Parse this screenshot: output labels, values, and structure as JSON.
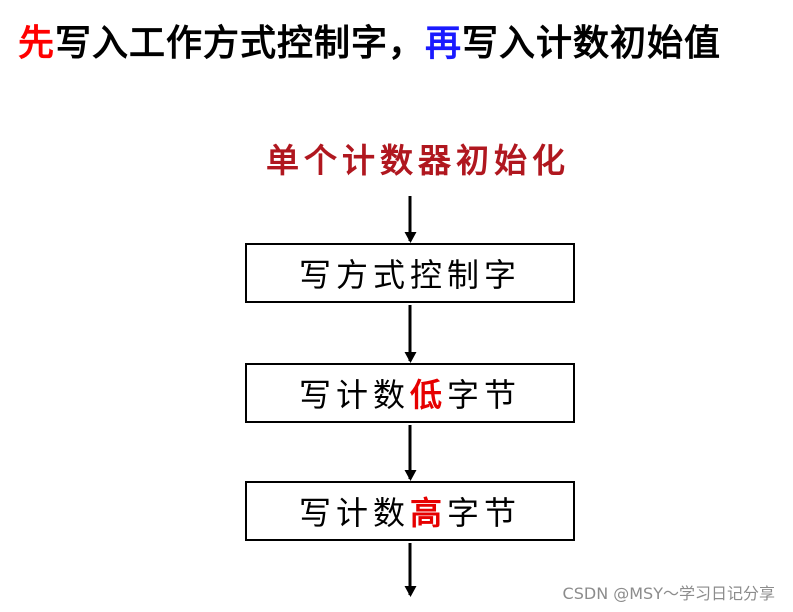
{
  "headline": {
    "first_word": "先",
    "first_action": "写入工作方式控制字，",
    "second_word": "再",
    "second_action": "写入计数初始值"
  },
  "flowchart": {
    "start_label": "单个计数器初始化",
    "steps": [
      {
        "prefix": "写方式控制字",
        "emphasis": "",
        "suffix": ""
      },
      {
        "prefix": "写计数",
        "emphasis": "低",
        "suffix": "字节"
      },
      {
        "prefix": "写计数",
        "emphasis": "高",
        "suffix": "字节"
      }
    ]
  },
  "watermark": "CSDN @MSY～学习日记分享",
  "colors": {
    "first_word": "#ff0000",
    "second_word": "#1a1aff",
    "start_label": "#b0171f",
    "emphasis": "#e60000"
  }
}
